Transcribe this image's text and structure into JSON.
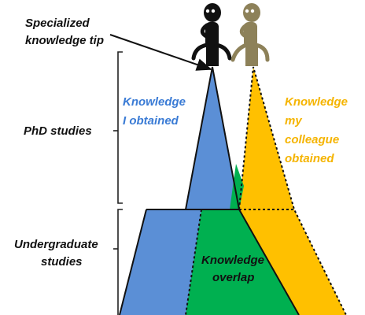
{
  "labels": {
    "specialized_tip_line1": "Specialized",
    "specialized_tip_line2": "knowledge tip",
    "phd_studies": "PhD studies",
    "undergrad_line1": "Undergraduate",
    "undergrad_line2": "studies",
    "mine_line1": "Knowledge",
    "mine_line2": "I obtained",
    "colleague_line1": "Knowledge",
    "colleague_line2": "my",
    "colleague_line3": "colleague",
    "colleague_line4": "obtained",
    "overlap_line1": "Knowledge",
    "overlap_line2": "overlap"
  },
  "colors": {
    "mine": "#5b8fd6",
    "colleague": "#ffc000",
    "overlap": "#00b050",
    "mine_text": "#3a7bd5",
    "colleague_text": "#f5b400",
    "figure_mine": "#111111",
    "figure_colleague": "#8d8159"
  },
  "icons": [
    "thinking-person-icon",
    "thinking-person-icon"
  ]
}
